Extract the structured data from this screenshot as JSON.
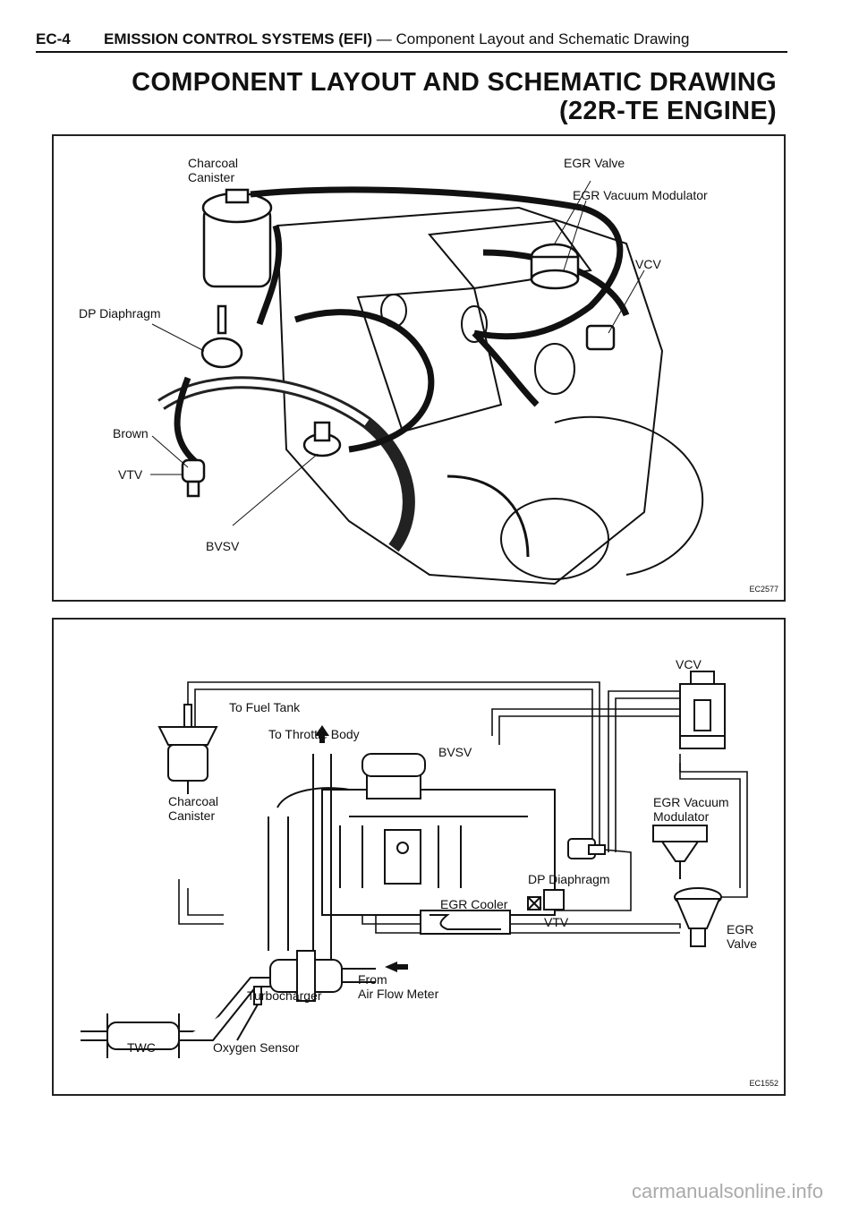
{
  "header": {
    "page_code": "EC-4",
    "section": "EMISSION CONTROL SYSTEMS (EFI)",
    "subsection": " — Component Layout and Schematic Drawing"
  },
  "title": {
    "line1": "COMPONENT LAYOUT AND SCHEMATIC DRAWING",
    "line2": "(22R-TE ENGINE)"
  },
  "layout_panel": {
    "labels": {
      "charcoal_canister": "Charcoal\nCanister",
      "egr_valve": "EGR Valve",
      "egr_vacuum_modulator": "EGR Vacuum Modulator",
      "vcv": "VCV",
      "dp_diaphragm": "DP Diaphragm",
      "brown": "Brown",
      "vtv": "VTV",
      "bvsv": "BVSV"
    },
    "figure_code": "EC2577"
  },
  "schematic_panel": {
    "labels": {
      "vcv": "VCV",
      "to_fuel_tank": "To Fuel Tank",
      "to_throttle_body": "To Throttle Body",
      "bvsv": "BVSV",
      "charcoal_canister": "Charcoal\nCanister",
      "egr_vacuum_modulator": "EGR Vacuum\nModulator",
      "dp_diaphragm": "DP Diaphragm",
      "egr_cooler": "EGR Cooler",
      "vtv": "VTV",
      "egr_valve": "EGR\nValve",
      "from_air_flow_meter": "From\nAir Flow Meter",
      "turbocharger": "Turbocharger",
      "twc": "TWC",
      "oxygen_sensor": "Oxygen Sensor"
    },
    "figure_code": "EC1552"
  },
  "footer": {
    "watermark": "carmanualsonline.info"
  }
}
